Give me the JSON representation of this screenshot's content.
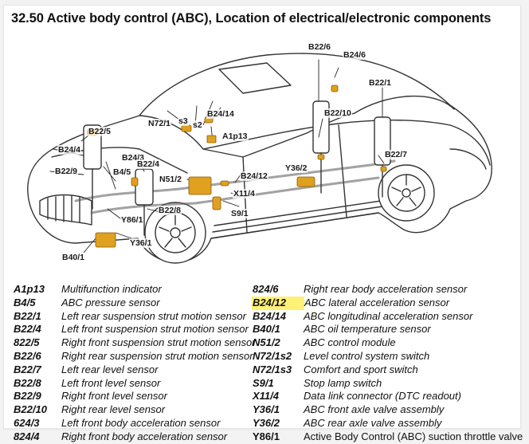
{
  "title": "32.50 Active body control (ABC), Location of electrical/electronic components",
  "colors": {
    "highlight": "#fff176",
    "component": "#e0a020",
    "line": "#333333"
  },
  "callouts": [
    {
      "label": "B22/5"
    },
    {
      "label": "B24/4"
    },
    {
      "label": "B22/9"
    },
    {
      "label": "B4/5"
    },
    {
      "label": "B24/3"
    },
    {
      "label": "B22/4"
    },
    {
      "label": "N72/1"
    },
    {
      "label": "s3"
    },
    {
      "label": "s2"
    },
    {
      "label": "B24/14"
    },
    {
      "label": "A1p13"
    },
    {
      "label": "N51/2"
    },
    {
      "label": "B24/12"
    },
    {
      "label": "X11/4"
    },
    {
      "label": "S9/1"
    },
    {
      "label": "B22/8"
    },
    {
      "label": "Y86/1"
    },
    {
      "label": "Y36/1"
    },
    {
      "label": "B40/1"
    },
    {
      "label": "Y36/2"
    },
    {
      "label": "B22/6"
    },
    {
      "label": "B24/6"
    },
    {
      "label": "B22/1"
    },
    {
      "label": "B22/10"
    },
    {
      "label": "B22/7"
    }
  ],
  "legend": {
    "left": [
      {
        "code": "A1p13",
        "desc": "Multifunction indicator"
      },
      {
        "code": "B4/5",
        "desc": "ABC pressure sensor"
      },
      {
        "code": "B22/1",
        "desc": "Left rear suspension strut motion sensor"
      },
      {
        "code": "B22/4",
        "desc": "Left front suspension strut motion sensor"
      },
      {
        "code": "822/5",
        "desc": "Right front suspension strut motion sensor"
      },
      {
        "code": "B22/6",
        "desc": "Right rear suspension strut motion sensor"
      },
      {
        "code": "B22/7",
        "desc": "Left rear level sensor"
      },
      {
        "code": "B22/8",
        "desc": "Left front level sensor"
      },
      {
        "code": "B22/9",
        "desc": "Right front level sensor"
      },
      {
        "code": "B22/10",
        "desc": "Right rear level sensor"
      },
      {
        "code": "624/3",
        "desc": "Left front body acceleration sensor"
      },
      {
        "code": "824/4",
        "desc": "Right front body acceleration sensor"
      }
    ],
    "right": [
      {
        "code": "824/6",
        "desc": "Right rear body acceleration sensor"
      },
      {
        "code": "B24/12",
        "desc": "ABC lateral acceleration sensor",
        "highlighted": true
      },
      {
        "code": "B24/14",
        "desc": "ABC longitudinal acceleration sensor"
      },
      {
        "code": "B40/1",
        "desc": "ABC oil temperature sensor"
      },
      {
        "code": "N51/2",
        "desc": "ABC control module"
      },
      {
        "code": "N72/1s2",
        "desc": "Level control system switch"
      },
      {
        "code": "N72/1s3",
        "desc": "Comfort and sport switch"
      },
      {
        "code": "S9/1",
        "desc": "Stop lamp switch"
      },
      {
        "code": "X11/4",
        "desc": "Data link connector (DTC readout)"
      },
      {
        "code": "Y36/1",
        "desc": "ABC front axle valve assembly"
      },
      {
        "code": "Y36/2",
        "desc": "ABC rear axle valve assembly"
      },
      {
        "code": "Y86/1",
        "desc": "Active Body Control (ABC) suction throttle valve",
        "plain": true
      }
    ]
  }
}
